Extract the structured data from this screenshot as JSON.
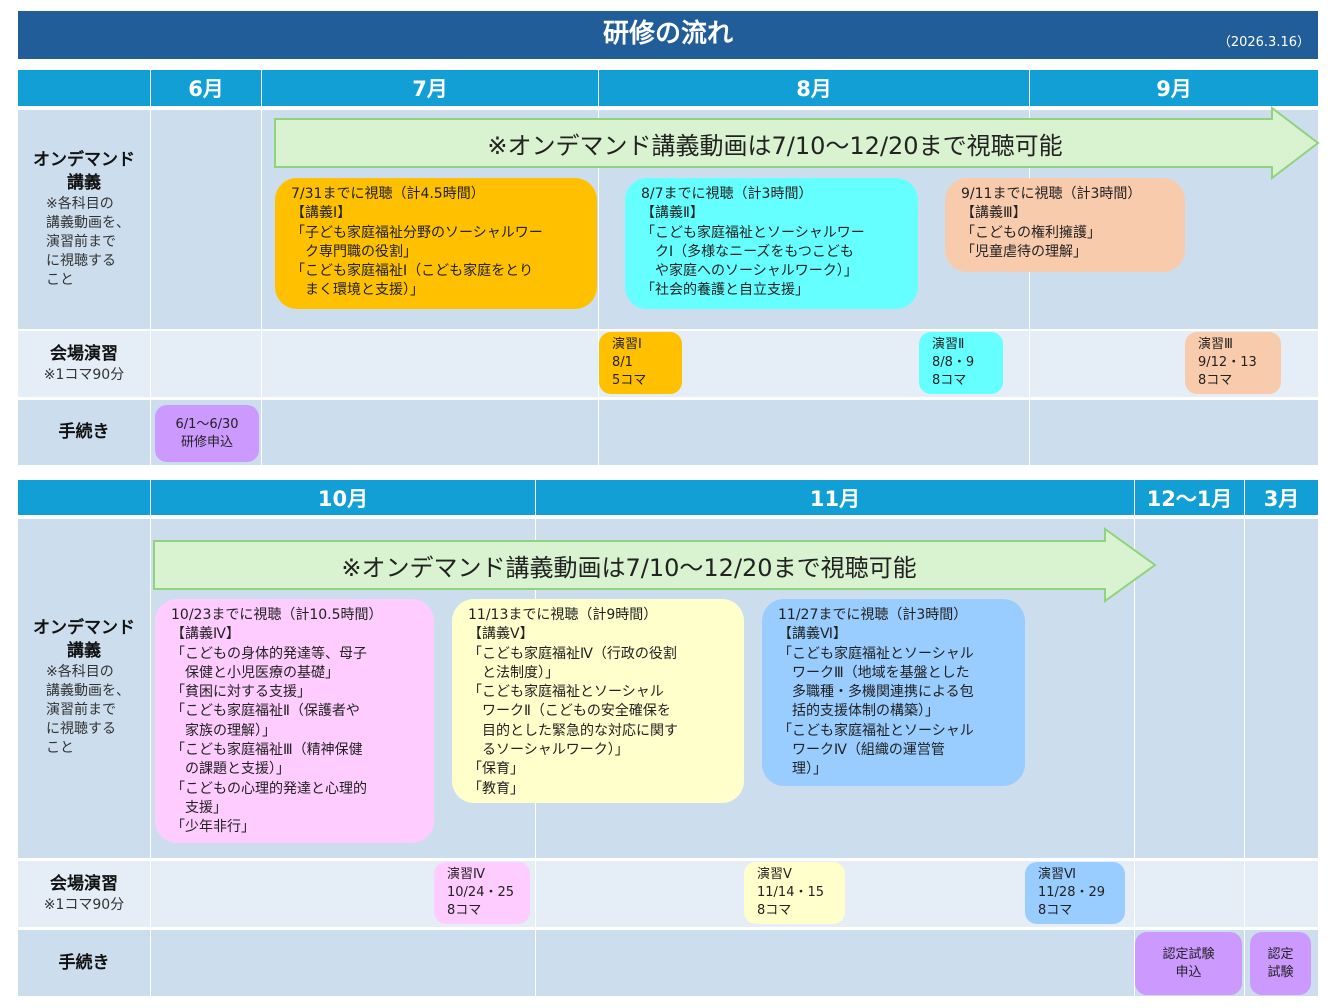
{
  "header": {
    "title": "研修の流れ",
    "date": "（2026.3.16）"
  },
  "colors": {
    "title_bar": "#215e99",
    "month_header": "#119fd6",
    "row_cell": "#ccdeed",
    "row_cell_alt": "#e5eef6",
    "arrow_fill": "#d9f2d0",
    "arrow_border": "#8fd37c",
    "lecture1": "#ffc000",
    "lecture2": "#66ffff",
    "lecture3": "#f8cbad",
    "lecture4": "#ffccff",
    "lecture5": "#ffffcc",
    "lecture6": "#99ccff",
    "procedure": "#cc99ff"
  },
  "row_labels": {
    "ondemand_title": "オンデマンド",
    "ondemand_title2": "講義",
    "ondemand_note": [
      "※各科目の",
      "講義動画を、",
      "演習前まで",
      "に視聴する",
      "こと"
    ],
    "venue_title": "会場演習",
    "venue_note": "※1コマ90分",
    "procedure_title": "手続き"
  },
  "table1": {
    "months": [
      "6月",
      "7月",
      "8月",
      "9月"
    ],
    "arrow_text": "※オンデマンド講義動画は7/10〜12/20まで視聴可能",
    "lectures": [
      {
        "deadline": "7/31までに視聴（計4.5時間）",
        "name": "【講義Ⅰ】",
        "lines": [
          "「子ども家庭福祉分野のソーシャルワー",
          "ク専門職の役割」",
          "「こども家庭福祉Ⅰ（こども家庭をとり",
          "まく環境と支援）」"
        ]
      },
      {
        "deadline": "8/7までに視聴（計3時間）",
        "name": "【講義Ⅱ】",
        "lines": [
          "「こども家庭福祉とソーシャルワー",
          "クⅠ（多様なニーズをもつこども",
          "や家庭へのソーシャルワーク）」",
          "「社会的養護と自立支援」"
        ]
      },
      {
        "deadline": "9/11までに視聴（計3時間）",
        "name": "【講義Ⅲ】",
        "lines": [
          "「こどもの権利擁護」",
          "「児童虐待の理解」"
        ]
      }
    ],
    "exercises": [
      {
        "name": "演習Ⅰ",
        "date": "8/1",
        "slots": "5コマ"
      },
      {
        "name": "演習Ⅱ",
        "date": "8/8・9",
        "slots": "8コマ"
      },
      {
        "name": "演習Ⅲ",
        "date": "9/12・13",
        "slots": "8コマ"
      }
    ],
    "procedures": [
      {
        "line1": "6/1〜6/30",
        "line2": "研修申込"
      }
    ]
  },
  "table2": {
    "months": [
      "10月",
      "11月",
      "12〜1月",
      "3月"
    ],
    "arrow_text": "※オンデマンド講義動画は7/10〜12/20まで視聴可能",
    "lectures": [
      {
        "deadline": "10/23までに視聴（計10.5時間）",
        "name": "【講義Ⅳ】",
        "lines": [
          "「こどもの身体的発達等、母子",
          "保健と小児医療の基礎」",
          "「貧困に対する支援」",
          "「こども家庭福祉Ⅱ（保護者や",
          "家族の理解）」",
          "「こども家庭福祉Ⅲ（精神保健",
          "の課題と支援）」",
          "「こどもの心理的発達と心理的",
          "支援」",
          "「少年非行」"
        ]
      },
      {
        "deadline": "11/13までに視聴（計9時間）",
        "name": "【講義Ⅴ】",
        "lines": [
          "「こども家庭福祉Ⅳ（行政の役割",
          "と法制度）」",
          "「こども家庭福祉とソーシャル",
          "ワークⅡ（こどもの安全確保を",
          "目的とした緊急的な対応に関す",
          "るソーシャルワーク）」",
          "「保育」",
          "「教育」"
        ]
      },
      {
        "deadline": "11/27までに視聴（計3時間）",
        "name": "【講義Ⅵ】",
        "lines": [
          "「こども家庭福祉とソーシャル",
          "ワークⅢ（地域を基盤とした",
          "多職種・多機関連携による包",
          "括的支援体制の構築）」",
          "「こども家庭福祉とソーシャル",
          "ワークⅣ（組織の運営管",
          "理）」"
        ]
      }
    ],
    "exercises": [
      {
        "name": "演習Ⅳ",
        "date": "10/24・25",
        "slots": "8コマ"
      },
      {
        "name": "演習Ⅴ",
        "date": "11/14・15",
        "slots": "8コマ"
      },
      {
        "name": "演習Ⅵ",
        "date": "11/28・29",
        "slots": "8コマ"
      }
    ],
    "procedures": [
      {
        "line1": "認定試験",
        "line2": "申込"
      },
      {
        "line1": "認定",
        "line2": "試験"
      }
    ]
  }
}
